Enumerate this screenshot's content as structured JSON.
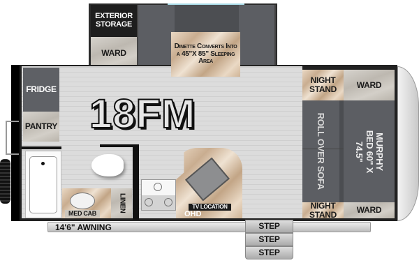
{
  "model": "18FM",
  "slideout": {
    "exterior_storage": "EXTERIOR STORAGE",
    "ward": "WARD",
    "dinette_note": "Dinette Converts Into a 45\"X 85\" Sleeping Area"
  },
  "left": {
    "fridge": "FRIDGE",
    "pantry": "PANTRY"
  },
  "bath": {
    "med_cab": "MED CAB",
    "linen": "LINEN"
  },
  "kitchen": {
    "tv_location": "TV LOCATION",
    "ohd": "OHD"
  },
  "bedroom": {
    "night_stand_top": "NIGHT STAND",
    "ward_top": "WARD",
    "sofa": "ROLL OVER SOFA",
    "murphy_bed": "MURPHY BED 60\" X 74.5\"",
    "night_stand_bottom": "NIGHT STAND",
    "ward_bottom": "WARD"
  },
  "awning": "14'6\" AWNING",
  "steps": [
    "STEP",
    "STEP",
    "STEP"
  ],
  "colors": {
    "wall": "#111111",
    "seat": "#5c5e63",
    "floor": "#d8d8d8",
    "wood": "#d9c2a8"
  }
}
